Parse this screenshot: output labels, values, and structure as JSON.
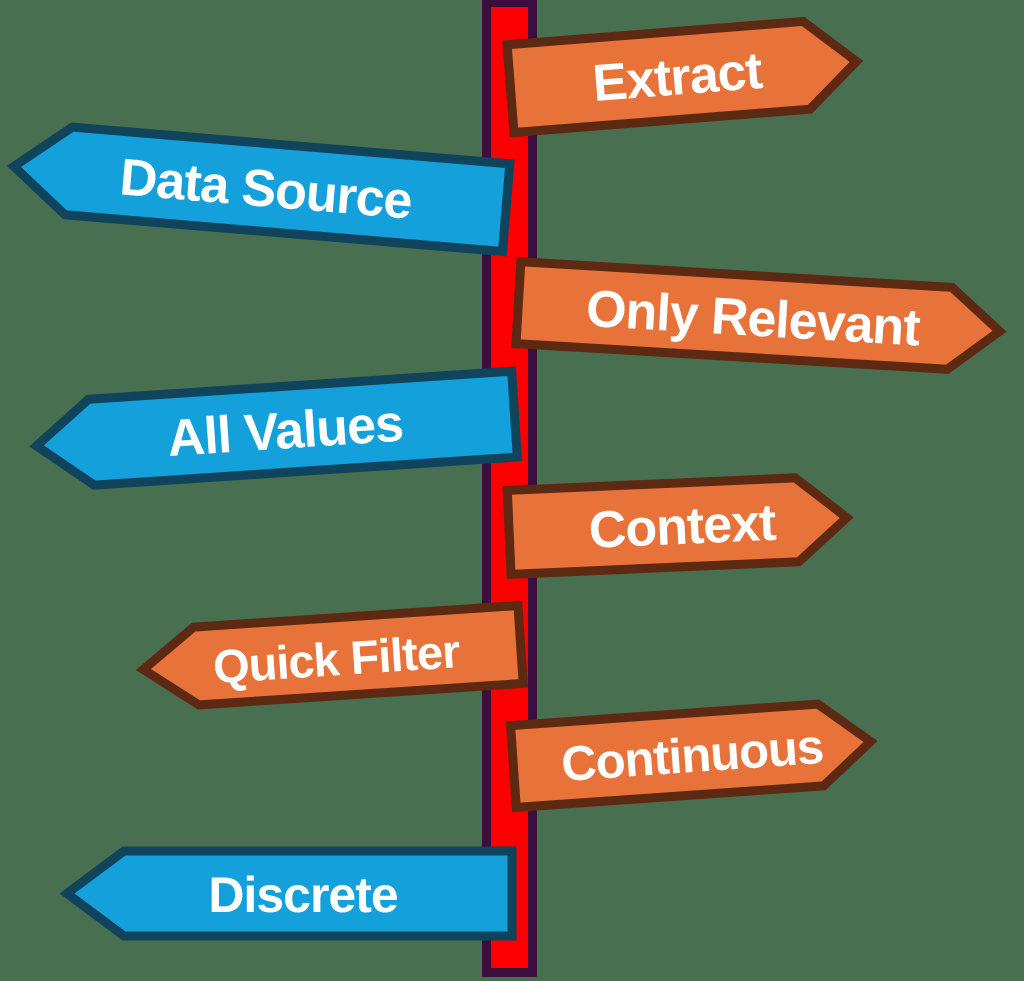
{
  "background_color": "#487050",
  "colors": {
    "background": "#487050",
    "orange_fill": "#E8733A",
    "orange_border": "#5E2912",
    "blue_fill": "#14A0DB",
    "blue_border": "#0F445C",
    "pole_fill": "#FA0000",
    "pole_border": "#3C0E40",
    "text_color": "#FFFFFF"
  },
  "pole": {
    "description": "vertical signpost pole"
  },
  "signs": [
    {
      "label": "Extract",
      "direction": "right",
      "color": "orange"
    },
    {
      "label": "Data Source",
      "direction": "left",
      "color": "blue"
    },
    {
      "label": "Only Relevant",
      "direction": "right",
      "color": "orange"
    },
    {
      "label": "All Values",
      "direction": "left",
      "color": "blue"
    },
    {
      "label": "Context",
      "direction": "right",
      "color": "orange"
    },
    {
      "label": "Quick Filter",
      "direction": "left",
      "color": "orange"
    },
    {
      "label": "Continuous",
      "direction": "right",
      "color": "orange"
    },
    {
      "label": "Discrete",
      "direction": "left",
      "color": "blue"
    }
  ]
}
